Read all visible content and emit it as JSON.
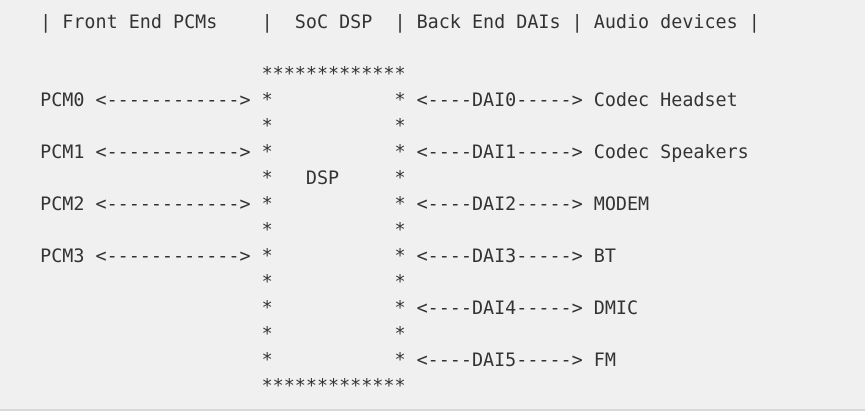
{
  "diagram": {
    "lines": [
      "  | Front End PCMs    |  SoC DSP  | Back End DAIs | Audio devices |",
      "",
      "                      *************",
      "  PCM0 <------------> *           * <----DAI0-----> Codec Headset",
      "                      *           *",
      "  PCM1 <------------> *           * <----DAI1-----> Codec Speakers",
      "                      *   DSP     *",
      "  PCM2 <------------> *           * <----DAI2-----> MODEM",
      "                      *           *",
      "  PCM3 <------------> *           * <----DAI3-----> BT",
      "                      *           *",
      "                      *           * <----DAI4-----> DMIC",
      "                      *           *",
      "                      *           * <----DAI5-----> FM",
      "                      *************"
    ]
  }
}
